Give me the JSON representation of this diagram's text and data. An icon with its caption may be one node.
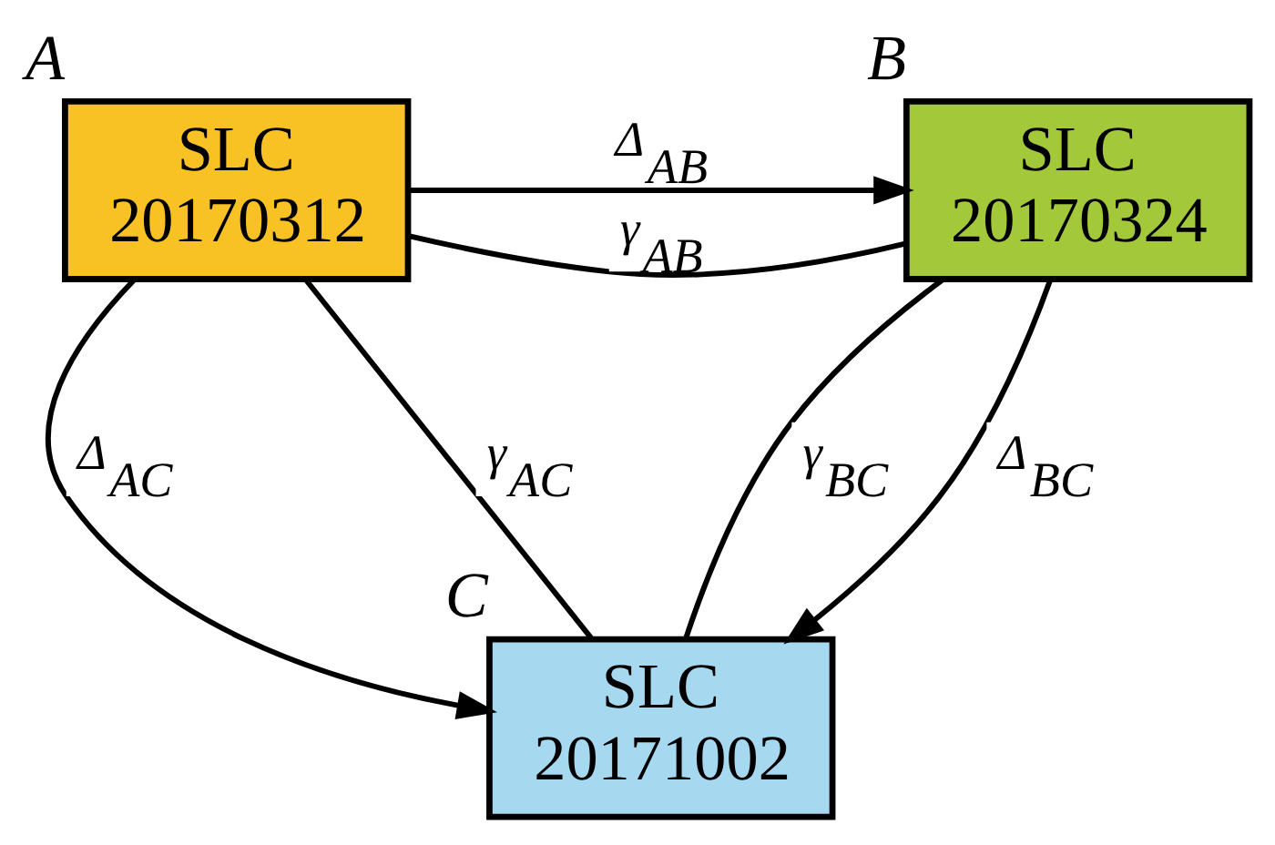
{
  "diagram": {
    "nodes": [
      {
        "text": [
          "SLC 20170312"
        ],
        "beside": [
          "A"
        ]
      },
      {
        "text": [
          "SLC 20170324"
        ],
        "beside": [
          "B"
        ]
      },
      {
        "text": [
          "SLC 20171002"
        ],
        "beside": [
          "C"
        ]
      }
    ],
    "edges": [
      {
        "from": 0,
        "to": 1,
        "arrow": "to",
        "label": "Δ$_{AB}$"
      },
      {
        "from": 0,
        "to": 1,
        "arrow": "none",
        "label": "γ$_{AB}$"
      },
      {
        "from": 0,
        "to": 2,
        "arrow": "to",
        "label": "Δ$_{AC}$"
      },
      {
        "from": 0,
        "to": 2,
        "arrow": "none",
        "label": "γ$_{AC}$"
      },
      {
        "from": 1,
        "to": 2,
        "arrow": "none",
        "label": "γ$_{BC}$"
      },
      {
        "from": 1,
        "to": 2,
        "arrow": "to",
        "label": "Δ$_{BC}$"
      }
    ]
  }
}
